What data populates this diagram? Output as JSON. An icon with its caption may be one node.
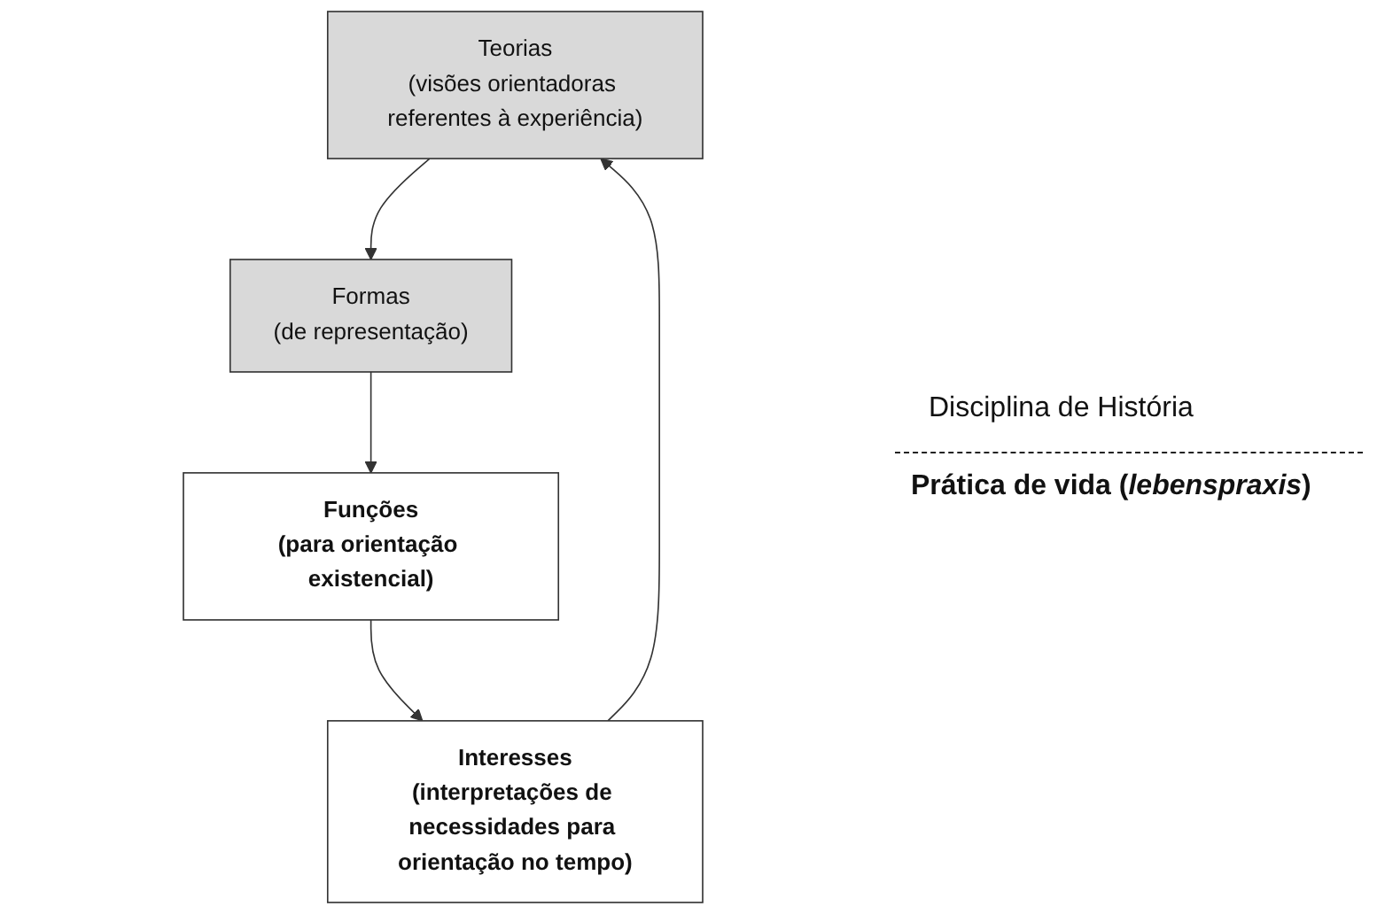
{
  "diagram": {
    "nodes": [
      {
        "text": [
          "Teorias",
          "(visões orientadoras referentes à experiência)"
        ]
      },
      {
        "text": [
          "Formas",
          "(de representação)"
        ]
      },
      {
        "text": [
          "Interesses",
          "(interpretações de necessidades para orientação no tempo)"
        ]
      },
      {
        "text": [
          "Funções",
          "(para orientação existencial)"
        ]
      }
    ],
    "edges": [
      {
        "from": 0,
        "to": 1,
        "arrow": "to"
      },
      {
        "from": 1,
        "to": 3,
        "arrow": "to"
      },
      {
        "from": 3,
        "to": 2,
        "arrow": "to"
      },
      {
        "from": 2,
        "to": 0,
        "arrow": "to"
      }
    ],
    "labels": [
      "Disciplina de História",
      "Prática de vida (*lebenspraxis*)"
    ]
  }
}
